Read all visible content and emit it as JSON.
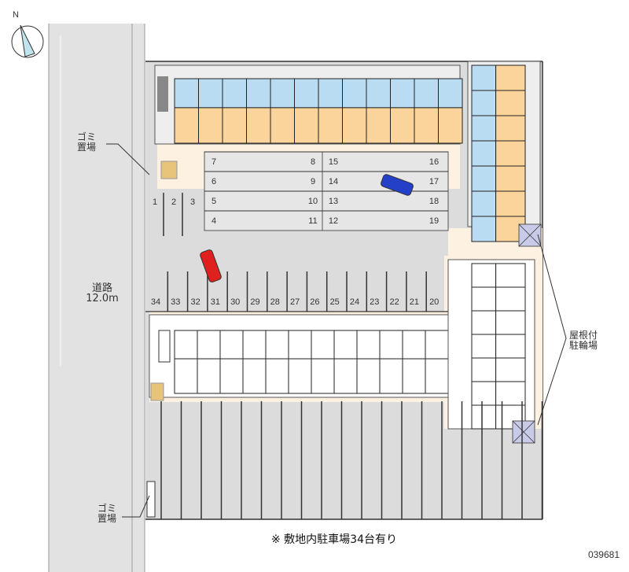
{
  "labels": {
    "garbage_top": "ゴミ置場",
    "garbage_bottom": "ゴミ置場",
    "road_name": "道路",
    "road_width": "12.0m",
    "bicycle_parking": "屋根付駐輪場",
    "compass": "N"
  },
  "footer_note": "※ 敷地内駐車場34台有り",
  "property_code": "039681",
  "parking": {
    "upper_left_column": [
      "7",
      "6",
      "5",
      "4"
    ],
    "upper_mid_column": [
      "8",
      "9",
      "10",
      "11"
    ],
    "upper_mid2_column": [
      "15",
      "14",
      "13",
      "12"
    ],
    "upper_right_column": [
      "16",
      "17",
      "18",
      "19"
    ],
    "west_row": [
      "1",
      "2",
      "3"
    ],
    "south_row": [
      "34",
      "33",
      "32",
      "31",
      "30",
      "29",
      "28",
      "27",
      "26",
      "25",
      "24",
      "23",
      "22",
      "21",
      "20"
    ]
  },
  "colors": {
    "road": "#e2e2e2",
    "lot": "#dcdcdc",
    "walkway": "#fdf1e2",
    "unit_blue": "#b9dcf2",
    "unit_orange": "#fbd49c",
    "garbage": "#e8c47a",
    "bike": "#c8cbe8",
    "car_red": "#e0201e",
    "car_blue": "#2440c8"
  }
}
